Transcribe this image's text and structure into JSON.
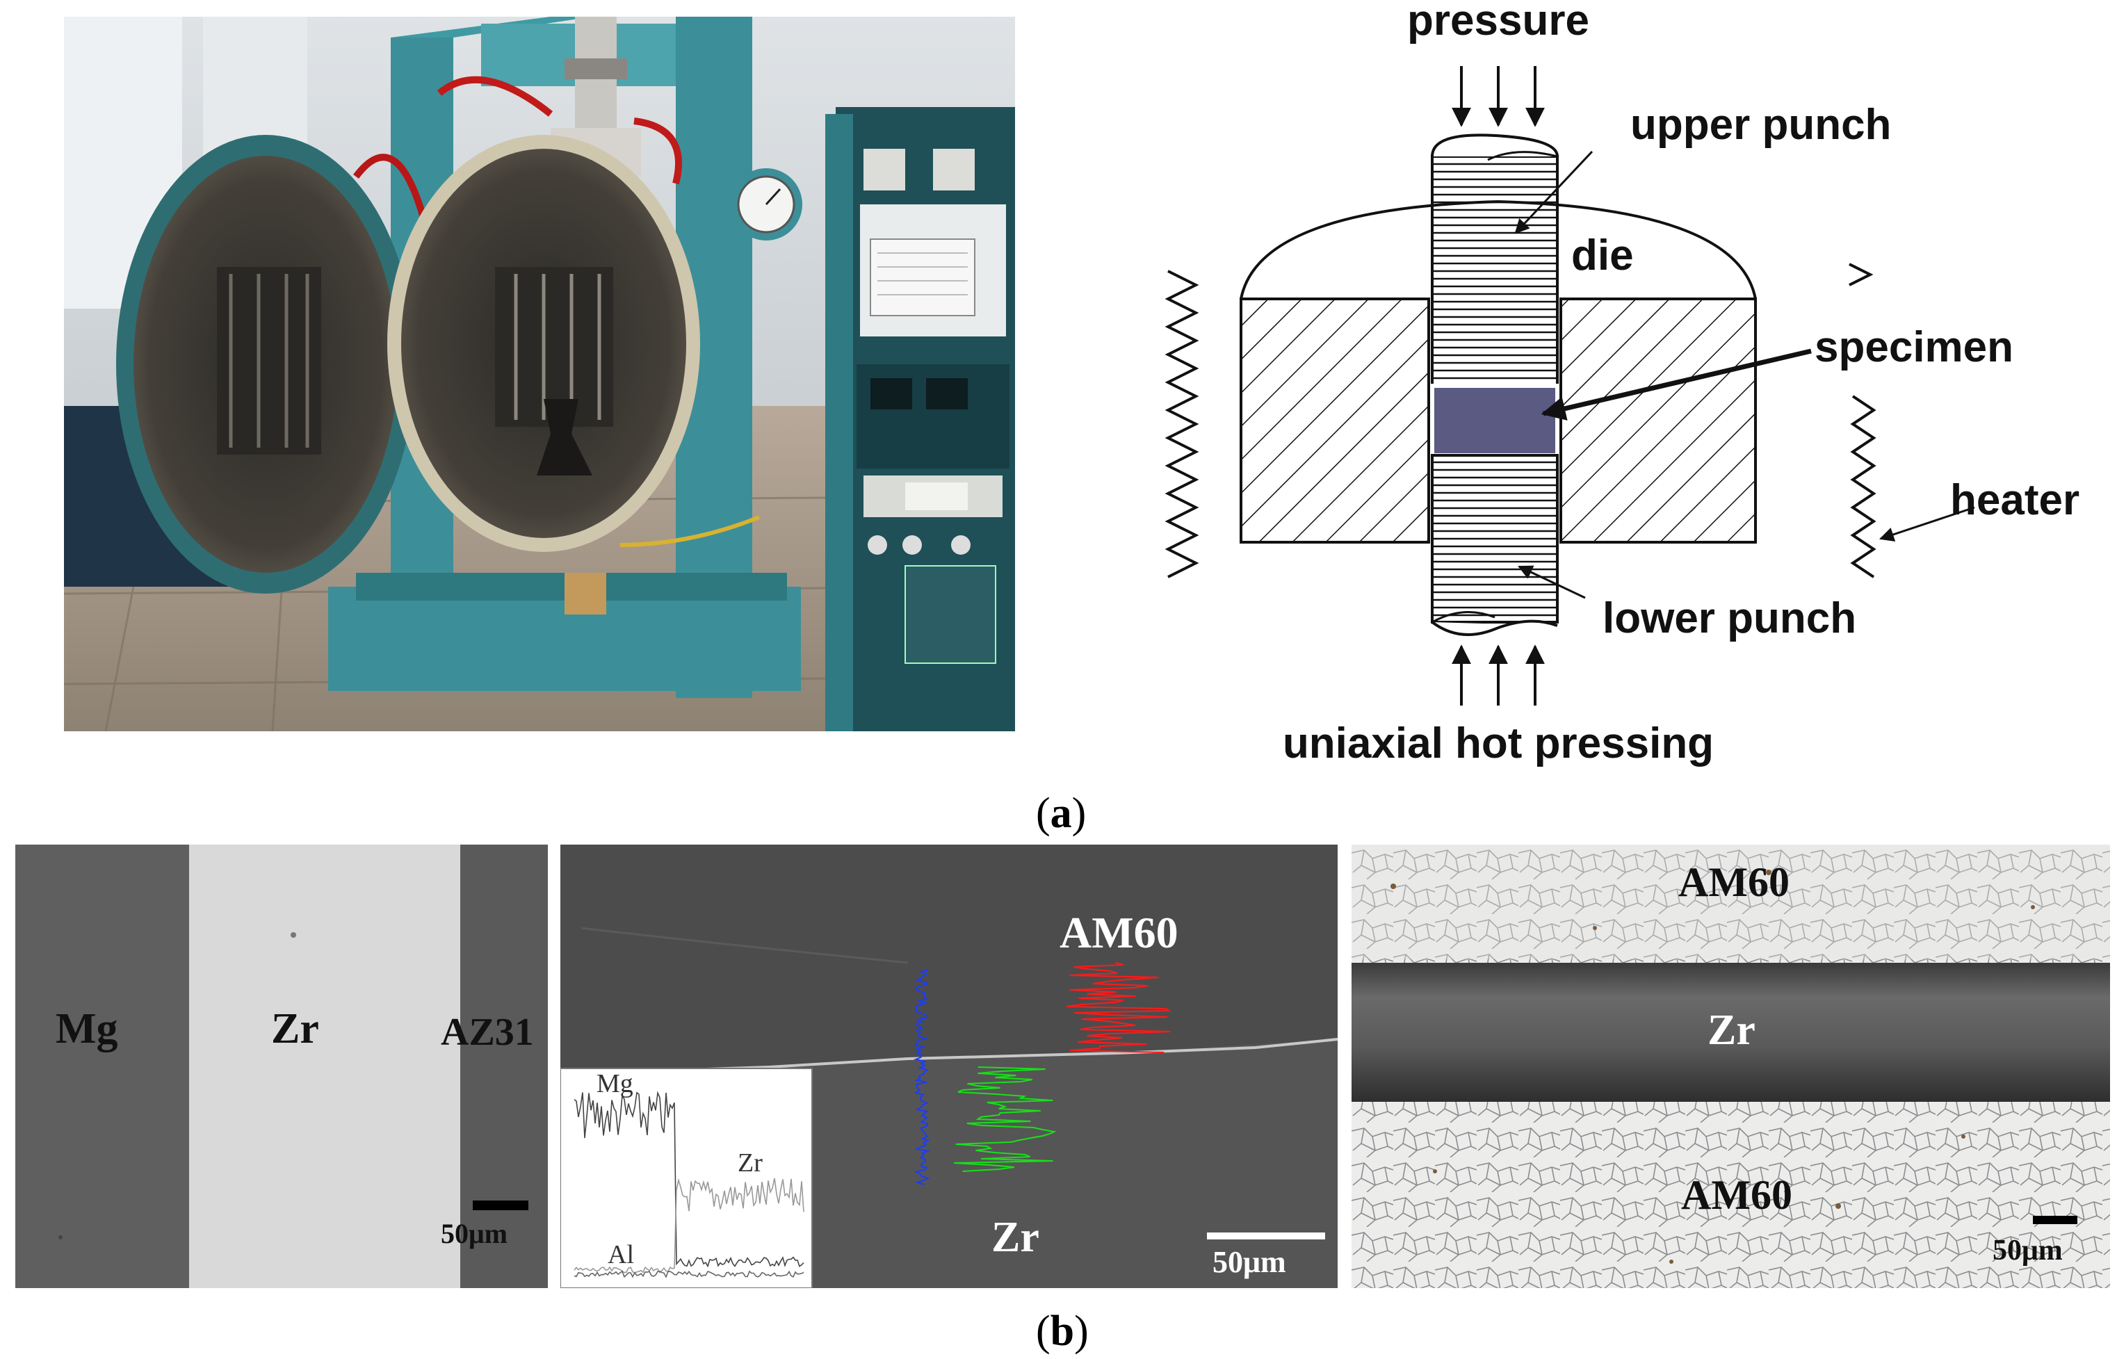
{
  "figure": {
    "caption_a": "a",
    "caption_b": "b"
  },
  "schematic": {
    "pressure": "pressure",
    "upper_punch": "upper punch",
    "die": "die",
    "specimen": "specimen",
    "heater": "heater",
    "lower_punch": "lower punch",
    "process": "uniaxial hot pressing",
    "specimen_color": "#5a5a82"
  },
  "micrographs": {
    "left": {
      "labels": [
        "Mg",
        "Zr",
        "AZ31"
      ],
      "scale": "50μm"
    },
    "middle": {
      "top_label": "AM60",
      "bottom_label": "Zr",
      "scale": "50μm",
      "inset": {
        "mg": "Mg",
        "zr": "Zr",
        "al": "Al"
      },
      "line_colors": {
        "mg": "#ff1a1a",
        "zr": "#18e018",
        "al": "#1a3cff"
      }
    },
    "right": {
      "top_label": "AM60",
      "middle_label": "Zr",
      "bottom_label": "AM60",
      "scale": "50μm"
    }
  }
}
